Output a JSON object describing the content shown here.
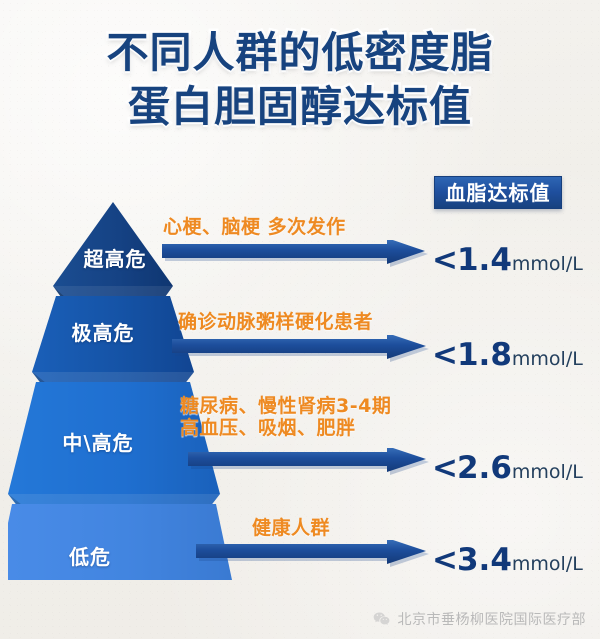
{
  "title": {
    "line1": "不同人群的低密度脂",
    "line2": "蛋白胆固醇达标值"
  },
  "value_header": {
    "label": "血脂达标值"
  },
  "colors": {
    "title": "#17437f",
    "accent_orange": "#ee8a22",
    "value_navy": "#11397a",
    "background": "#f4f2ef",
    "tier_1": "#17437f",
    "tier_2": "#1554a8",
    "tier_3": "#1f6fd0",
    "tier_4": "#4285e0",
    "arrow": "#1f4f9e"
  },
  "pyramid": {
    "tiers": [
      {
        "label": "超高危",
        "color": "#17437f"
      },
      {
        "label": "极高危",
        "color": "#1554a8"
      },
      {
        "label": "中\\高危",
        "color": "#1f6fd0"
      },
      {
        "label": "低危",
        "color": "#4285e0"
      }
    ]
  },
  "rows": [
    {
      "risk": "超高危",
      "description_lines": [
        "心梗、脑梗 多次发作"
      ],
      "operator": "<",
      "value": "1.4",
      "unit": "mmol/L"
    },
    {
      "risk": "极高危",
      "description_lines": [
        "确诊动脉粥样硬化患者"
      ],
      "operator": "<",
      "value": "1.8",
      "unit": "mmol/L"
    },
    {
      "risk": "中\\高危",
      "description_lines": [
        "糖尿病、慢性肾病3-4期",
        "高血压、吸烟、肥胖"
      ],
      "operator": "<",
      "value": "2.6",
      "unit": "mmol/L"
    },
    {
      "risk": "低危",
      "description_lines": [
        "健康人群"
      ],
      "operator": "<",
      "value": "3.4",
      "unit": "mmol/L"
    }
  ],
  "footer": {
    "icon": "wechat-icon",
    "text": "北京市垂杨柳医院国际医疗部"
  },
  "chart_data": {
    "type": "table",
    "title": "不同人群的低密度脂蛋白胆固醇达标值",
    "categories": [
      "超高危",
      "极高危",
      "中\\高危",
      "低危"
    ],
    "values": [
      1.4,
      1.8,
      2.6,
      3.4
    ],
    "ylabel": "血脂达标值 (mmol/L)",
    "annotations": [
      "心梗、脑梗 多次发作",
      "确诊动脉粥样硬化患者",
      "糖尿病、慢性肾病3-4期 高血压、吸烟、肥胖",
      "健康人群"
    ]
  }
}
